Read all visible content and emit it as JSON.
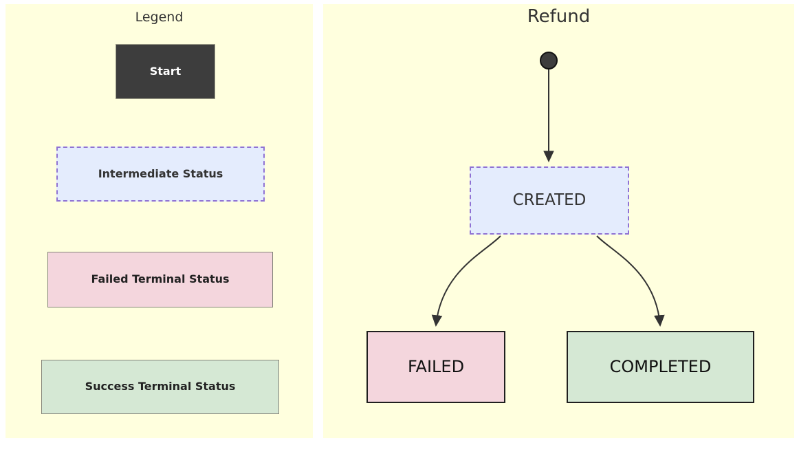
{
  "diagram": {
    "type": "state-machine",
    "background_color": "#FFFFDE",
    "page_background": "#FFFFFF"
  },
  "legend": {
    "title": "Legend",
    "items": [
      {
        "label": "Start",
        "style": "start",
        "fill": "#3D3D3D",
        "stroke": "#9A9A86",
        "text_color": "#FFFFFF",
        "border_style": "solid"
      },
      {
        "label": "Intermediate Status",
        "style": "intermediate",
        "fill": "#E4ECFD",
        "stroke": "#8F72D4",
        "text_color": "#333333",
        "border_style": "dashed"
      },
      {
        "label": "Failed Terminal Status",
        "style": "failed",
        "fill": "#F4D6DD",
        "stroke": "#85857A",
        "text_color": "#222222",
        "border_style": "solid"
      },
      {
        "label": "Success Terminal Status",
        "style": "success",
        "fill": "#D5E8D4",
        "stroke": "#85857A",
        "text_color": "#222222",
        "border_style": "solid"
      }
    ]
  },
  "refund": {
    "title": "Refund",
    "start_node": {
      "name": "start-point",
      "shape": "filled-circle",
      "fill": "#3D3D3D",
      "stroke": "#111111"
    },
    "states": [
      {
        "id": "created",
        "label": "CREATED",
        "style": "intermediate",
        "fill": "#E4ECFD",
        "stroke": "#8F72D4",
        "border_style": "dashed"
      },
      {
        "id": "failed",
        "label": "FAILED",
        "style": "failed-terminal",
        "fill": "#F4D6DD",
        "stroke": "#1F1F1F",
        "border_style": "solid"
      },
      {
        "id": "completed",
        "label": "COMPLETED",
        "style": "success-terminal",
        "fill": "#D5E8D4",
        "stroke": "#1F1F1F",
        "border_style": "solid"
      }
    ],
    "transitions": [
      {
        "from": "start-point",
        "to": "created",
        "label": ""
      },
      {
        "from": "created",
        "to": "failed",
        "label": ""
      },
      {
        "from": "created",
        "to": "completed",
        "label": ""
      }
    ],
    "edge_color": "#333333"
  }
}
